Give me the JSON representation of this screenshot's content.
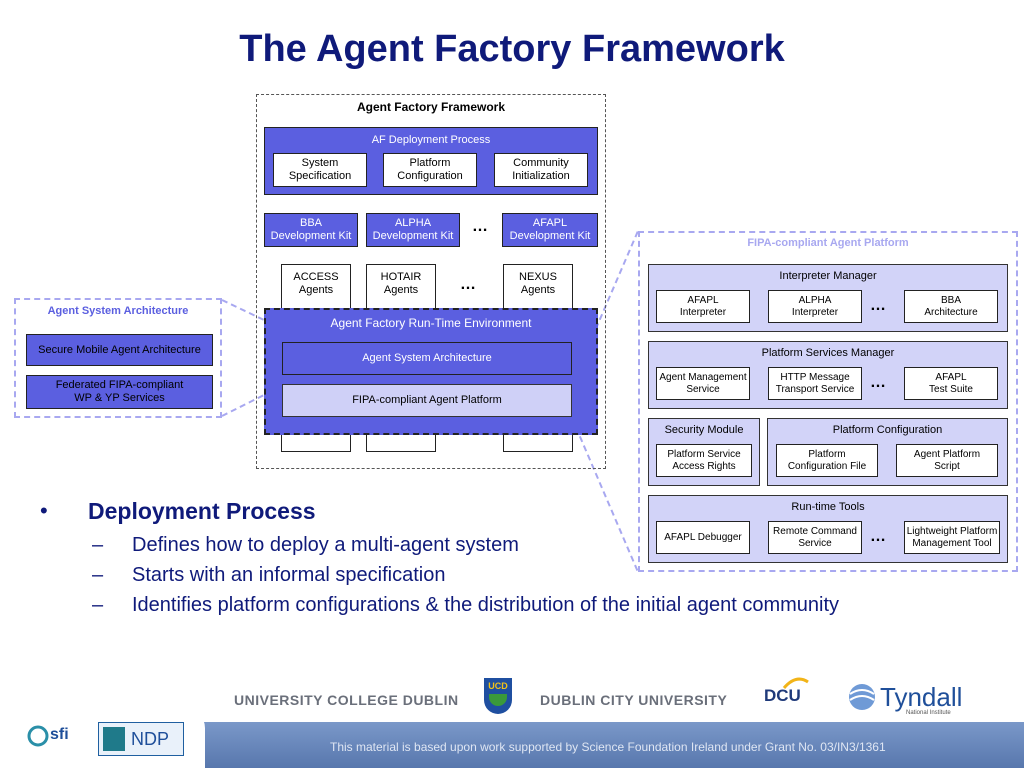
{
  "slide": {
    "title": "The Agent Factory Framework"
  },
  "framework": {
    "label": "Agent Factory Framework",
    "deployment": {
      "label": "AF Deployment Process",
      "items": [
        "System\nSpecification",
        "Platform\nConfiguration",
        "Community\nInitialization"
      ]
    },
    "dev_kits": [
      "BBA\nDevelopment Kit",
      "ALPHA\nDevelopment Kit",
      "AFAPL\nDevelopment Kit"
    ],
    "agents": [
      "ACCESS\nAgents",
      "HOTAIR\nAgents",
      "NEXUS\nAgents"
    ],
    "ellipsis": "…",
    "runtime": {
      "label": "Agent Factory Run-Time Environment",
      "asa": "Agent System Architecture",
      "fipa": "FIPA-compliant Agent Platform"
    }
  },
  "asa_panel": {
    "title": "Agent System Architecture",
    "items": [
      "Secure Mobile Agent Architecture",
      "Federated FIPA-compliant\nWP & YP Services"
    ]
  },
  "fipa_panel": {
    "title": "FIPA-compliant Agent Platform",
    "interpreter": {
      "label": "Interpreter Manager",
      "items": [
        "AFAPL\nInterpreter",
        "ALPHA\nInterpreter",
        "BBA\nArchitecture"
      ]
    },
    "services": {
      "label": "Platform Services Manager",
      "items": [
        "Agent Management\nService",
        "HTTP Message\nTransport Service",
        "AFAPL\nTest Suite"
      ]
    },
    "security": {
      "label": "Security Module",
      "item": "Platform Service\nAccess Rights"
    },
    "config": {
      "label": "Platform Configuration",
      "items": [
        "Platform\nConfiguration File",
        "Agent Platform\nScript"
      ]
    },
    "tools": {
      "label": "Run-time Tools",
      "items": [
        "AFAPL Debugger",
        "Remote Command\nService",
        "Lightweight Platform\nManagement Tool"
      ]
    }
  },
  "bullets": {
    "heading": "Deployment Process",
    "subs": [
      "Defines how to deploy a multi-agent system",
      "Starts with an informal specification",
      "Identifies platform configurations & the distribution of the initial agent community"
    ]
  },
  "footer": {
    "ucd": "UNIVERSITY COLLEGE DUBLIN",
    "ucd_logo": "UCD",
    "dcu_name": "DUBLIN CITY UNIVERSITY",
    "dcu_logo": "DCU",
    "tyndall": "Tyndall",
    "tyndall_sub": "National Institute",
    "sfi": "sfi",
    "ndp": "NDP",
    "grant": "This material is based upon work supported by Science Foundation Ireland under Grant No. 03/IN3/1361",
    "colors": {
      "bar": "#6a87bd",
      "title": "#0f1a7a",
      "block": "#5b5fe0"
    }
  }
}
